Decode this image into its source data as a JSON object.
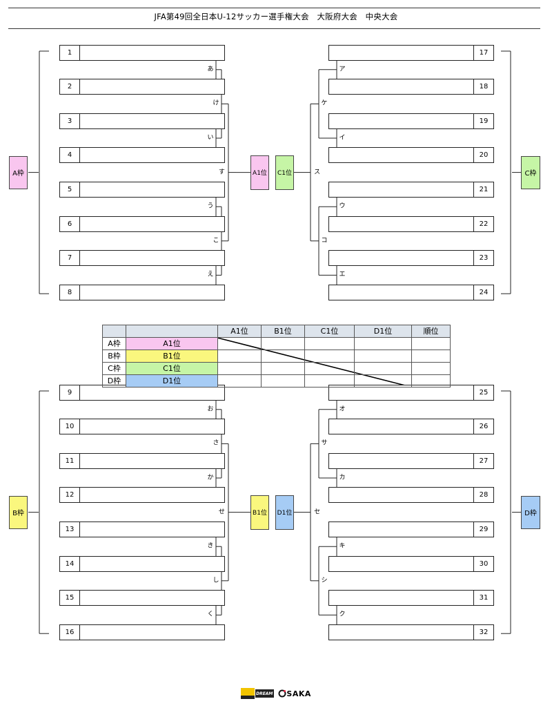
{
  "title": "JFA第49回全日本U-12サッカー選手権大会　大阪府大会　中央大会",
  "blocks": [
    {
      "id": "A",
      "label": "A枠",
      "color": "#f9c6ef",
      "side": "left",
      "teams": [
        "1",
        "2",
        "3",
        "4",
        "5",
        "6",
        "7",
        "8"
      ],
      "r1": [
        "あ",
        "い",
        "う",
        "え"
      ],
      "r2": [
        "け",
        "こ"
      ],
      "final": "す",
      "winner": "A1位"
    },
    {
      "id": "C",
      "label": "C枠",
      "color": "#c6f5a6",
      "side": "right",
      "teams": [
        "17",
        "18",
        "19",
        "20",
        "21",
        "22",
        "23",
        "24"
      ],
      "r1": [
        "ア",
        "イ",
        "ウ",
        "エ"
      ],
      "r2": [
        "ケ",
        "コ"
      ],
      "final": "ス",
      "winner": "C1位"
    },
    {
      "id": "B",
      "label": "B枠",
      "color": "#faf77e",
      "side": "left",
      "teams": [
        "9",
        "10",
        "11",
        "12",
        "13",
        "14",
        "15",
        "16"
      ],
      "r1": [
        "お",
        "か",
        "き",
        "く"
      ],
      "r2": [
        "さ",
        "し"
      ],
      "final": "せ",
      "winner": "B1位"
    },
    {
      "id": "D",
      "label": "D枠",
      "color": "#a6ccf5",
      "side": "right",
      "teams": [
        "25",
        "26",
        "27",
        "28",
        "29",
        "30",
        "31",
        "32"
      ],
      "r1": [
        "オ",
        "カ",
        "キ",
        "ク"
      ],
      "r2": [
        "サ",
        "シ"
      ],
      "final": "セ",
      "winner": "D1位"
    }
  ],
  "league": {
    "headers": [
      "",
      "",
      "A1位",
      "B1位",
      "C1位",
      "D1位",
      "順位"
    ],
    "rows": [
      {
        "group": "A枠",
        "name": "A1位",
        "color": "#f9c6ef"
      },
      {
        "group": "B枠",
        "name": "B1位",
        "color": "#faf77e"
      },
      {
        "group": "C枠",
        "name": "C1位",
        "color": "#c6f5a6"
      },
      {
        "group": "D枠",
        "name": "D1位",
        "color": "#a6ccf5"
      }
    ]
  },
  "footer": {
    "logo1_text": "DREAM",
    "logo2_text": "SAKA"
  }
}
